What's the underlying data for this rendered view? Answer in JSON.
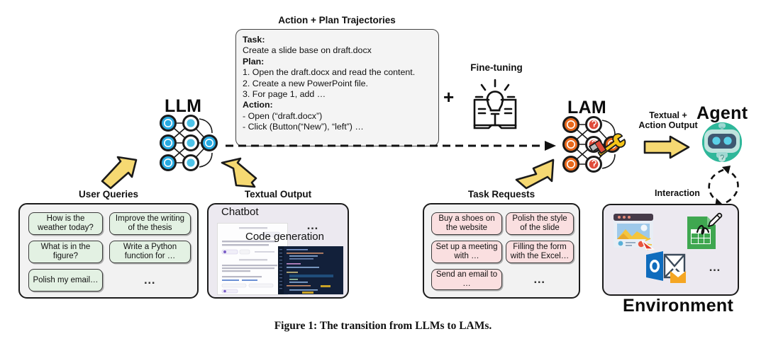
{
  "figure": {
    "caption": "Figure 1: The transition from LLMs to LAMs."
  },
  "trajectory": {
    "title": "Action + Plan Trajectories",
    "task_label": "Task:",
    "task_text": "Create a slide base on draft.docx",
    "plan_label": "Plan:",
    "plan_steps": [
      "1. Open the draft.docx and read the content.",
      "2. Create a new PowerPoint file.",
      "3. For page 1, add …"
    ],
    "action_label": "Action:",
    "action_steps": [
      "- Open (“draft.docx”)",
      "- Click (Button(“New”), “left”) …"
    ]
  },
  "llm": {
    "label": "LLM",
    "icon": "neural-network-icon",
    "node_color": "#29ABE2",
    "ring_color": "#1b1b1b"
  },
  "lam": {
    "label": "LAM",
    "icon": "neural-network-tools-icon",
    "node_color": "#E8681C",
    "accent_color": "#D32B2B",
    "tool_color": "#F5C518"
  },
  "finetuning": {
    "plus": "+",
    "label": "Fine-tuning",
    "icon": "lightbulb-book-icon"
  },
  "agent": {
    "label": "Agent",
    "icon": "robot-icon",
    "output_label_line1": "Textual +",
    "output_label_line2": "Action Output",
    "interaction_label": "Interaction"
  },
  "user_queries": {
    "title": "User Queries",
    "items": [
      "How is the weather today?",
      "Improve the writing of the thesis",
      "What is in the figure?",
      "Write a Python function for …",
      "Polish my email…"
    ],
    "ellipsis": "…",
    "chip_color": "#e3f1e3"
  },
  "textual_output": {
    "title": "Textual Output",
    "chatbot_label": "Chatbot",
    "code_label": "Code generation",
    "ellipsis": "…"
  },
  "task_requests": {
    "title": "Task Requests",
    "items": [
      "Buy a shoes on the website",
      "Polish the style of the slide",
      "Set up a meeting with …",
      "Filling the form with the Excel…",
      "Send an email to …"
    ],
    "ellipsis": "…",
    "chip_color": "#fadfe0"
  },
  "environment": {
    "title": "Environment",
    "icons": [
      "browser-window-icon",
      "excel-pen-icon",
      "outlook-mail-icon"
    ],
    "ellipsis": "…",
    "panel_color": "#ece9f0"
  }
}
